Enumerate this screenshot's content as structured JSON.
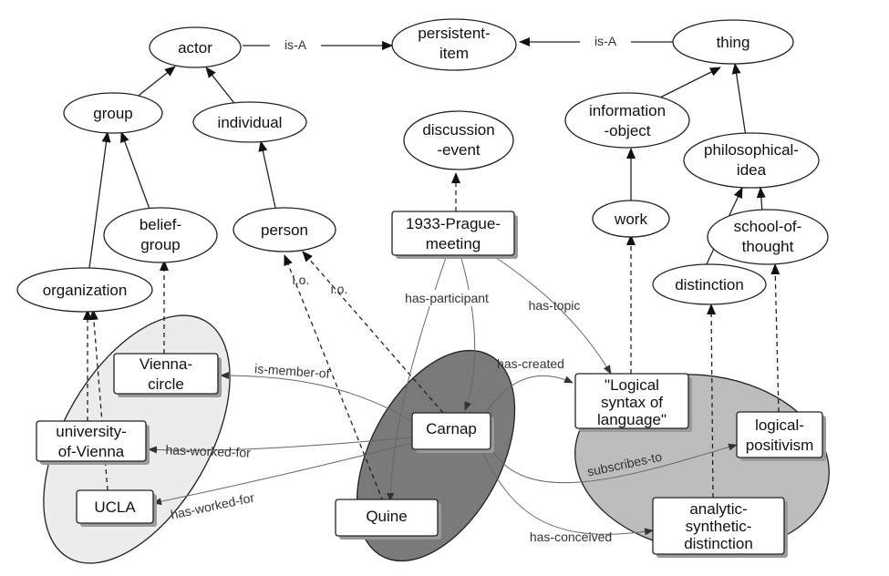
{
  "nodes": {
    "actor": "actor",
    "persistent_item": [
      "persistent-",
      "item"
    ],
    "thing": "thing",
    "group": "group",
    "individual": "individual",
    "discussion_event": [
      "discussion",
      "-event"
    ],
    "information_object": [
      "information",
      "-object"
    ],
    "philosophical_idea": [
      "philosophical-",
      "idea"
    ],
    "belief_group": [
      "belief-",
      "group"
    ],
    "person": "person",
    "work": "work",
    "school_of_thought": [
      "school-of-",
      "thought"
    ],
    "organization": "organization",
    "distinction": "distinction",
    "prague_meeting": [
      "1933-Prague-",
      "meeting"
    ],
    "vienna_circle": [
      "Vienna-",
      "circle"
    ],
    "university_of_vienna": [
      "university-",
      "of-Vienna"
    ],
    "ucla": "UCLA",
    "carnap": "Carnap",
    "quine": "Quine",
    "logical_syntax": [
      "\"Logical",
      "syntax of",
      "language\""
    ],
    "logical_positivism": [
      "logical-",
      "positivism"
    ],
    "analytic_synthetic": [
      "analytic-",
      "synthetic-",
      "distinction"
    ]
  },
  "edge_labels": {
    "is_a_left": "is-A",
    "is_a_right": "is-A",
    "io_1": "i.o.",
    "io_2": "i.o.",
    "has_participant": "has-participant",
    "has_topic": "has-topic",
    "has_created": "has-created",
    "is_member_of": "is-member-of",
    "has_worked_for_1": "has-worked-for",
    "has_worked_for_2": "has-worked-for",
    "subscribes_to": "subscribes-to",
    "has_conceived": "has-conceived"
  },
  "colors": {
    "left_cluster": "#ececec",
    "center_cluster": "#7a7a7a",
    "right_cluster": "#bdbdbd"
  }
}
